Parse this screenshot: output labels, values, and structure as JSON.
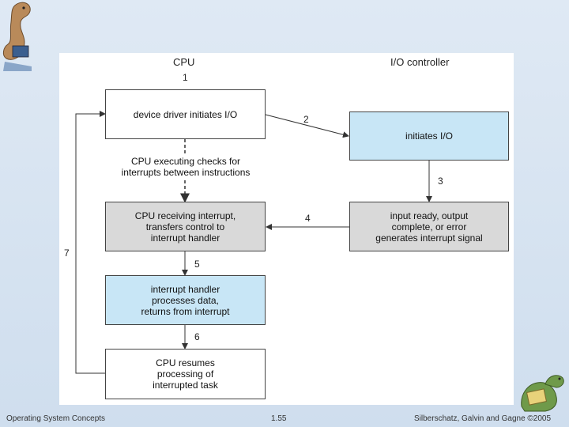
{
  "headers": {
    "cpu": "CPU",
    "io": "I/O controller"
  },
  "boxes": {
    "driver": "device driver initiates I/O",
    "initiates": "initiates I/O",
    "checks": "CPU executing checks for\ninterrupts between instructions",
    "receiving": "CPU receiving interrupt,\ntransfers control to\ninterrupt handler",
    "ready": "input ready, output\ncomplete, or error\ngenerates interrupt signal",
    "handler": "interrupt handler\nprocesses data,\nreturns from interrupt",
    "resumes": "CPU resumes\nprocessing of\ninterrupted task"
  },
  "steps": {
    "s1": "1",
    "s2": "2",
    "s3": "3",
    "s4": "4",
    "s5": "5",
    "s6": "6",
    "s7": "7"
  },
  "colors": {
    "gray": "#d9d9d9",
    "blue": "#c8e6f6",
    "line": "#333333"
  },
  "footer": {
    "left": "Operating System Concepts",
    "center": "1.55",
    "right": "Silberschatz, Galvin and Gagne ©2005"
  }
}
